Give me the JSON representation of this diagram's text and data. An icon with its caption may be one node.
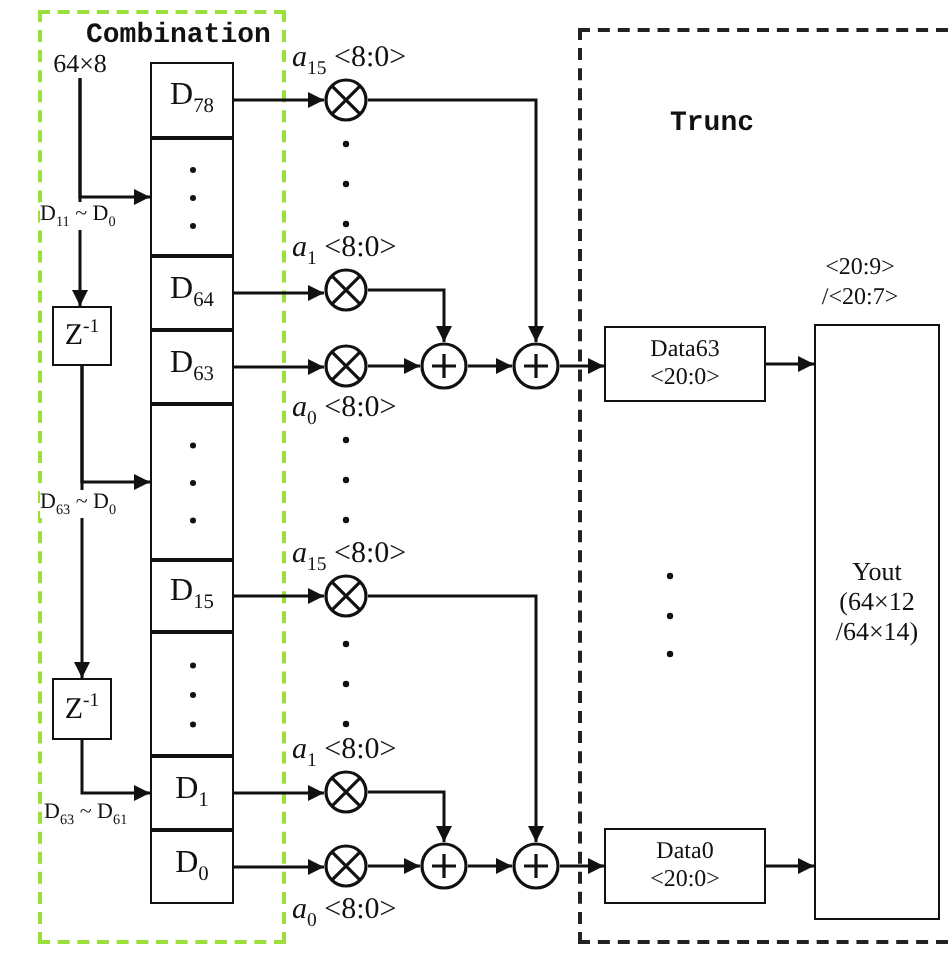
{
  "diagram": {
    "nodes": [
      {
        "text": [
          "Combination"
        ]
      },
      {
        "text": [
          "Trunc"
        ]
      },
      {
        "text": [
          "64×8"
        ],
        "in": 0
      },
      {
        "text": [
          "Z$^{-1}$"
        ],
        "in": 0
      },
      {
        "text": [
          "Z$^{-1}$"
        ],
        "in": 0
      },
      {
        "text": [
          "D$_{78}$"
        ],
        "in": 0
      },
      {
        "text": [],
        "shape": "box",
        "in": 0
      },
      {
        "text": [
          "D$_{64}$"
        ],
        "in": 0
      },
      {
        "text": [
          "D$_{63}$"
        ],
        "in": 0
      },
      {
        "text": [],
        "shape": "box",
        "in": 0
      },
      {
        "text": [
          "D$_{15}$"
        ],
        "in": 0
      },
      {
        "text": [],
        "shape": "box",
        "in": 0
      },
      {
        "text": [
          "D$_{1}$"
        ],
        "in": 0
      },
      {
        "text": [
          "D$_{0}$"
        ],
        "in": 0
      },
      {
        "text": [],
        "shape": "circle",
        "beside": [
          "*a*$_{15}$ <8:0>"
        ]
      },
      {
        "text": [],
        "shape": "circle",
        "beside": [
          "*a*$_{1}$ <8:0>"
        ]
      },
      {
        "text": [],
        "shape": "circle",
        "beside": [
          "*a*$_{0}$ <8:0>"
        ]
      },
      {
        "text": [],
        "shape": "circle"
      },
      {
        "text": [],
        "shape": "circle"
      },
      {
        "text": [],
        "shape": "circle",
        "beside": [
          "*a*$_{15}$ <8:0>"
        ]
      },
      {
        "text": [],
        "shape": "circle",
        "beside": [
          "*a*$_{1}$ <8:0>"
        ]
      },
      {
        "text": [],
        "shape": "circle",
        "beside": [
          "*a*$_{0}$ <8:0>"
        ]
      },
      {
        "text": [],
        "shape": "circle"
      },
      {
        "text": [],
        "shape": "circle"
      },
      {
        "text": [
          "Data63 <20:0>"
        ],
        "in": 1
      },
      {
        "text": [
          "Data0 <20:0>"
        ],
        "in": 1
      },
      {
        "text": [
          "Yout (64×12 /64×14)"
        ],
        "in": 1,
        "beside": [
          "<20:9> /<20:7>"
        ]
      }
    ],
    "edges": [
      {
        "from": 2,
        "to": 3,
        "arrow": "to"
      },
      {
        "from": 2,
        "to": 6,
        "arrow": "to",
        "label": "D$_{11}$ ~ D$_{0}$"
      },
      {
        "from": 3,
        "to": 4,
        "arrow": "to"
      },
      {
        "from": 3,
        "to": 9,
        "arrow": "to",
        "label": "D$_{63}$ ~ D$_{0}$"
      },
      {
        "from": 4,
        "to": 12,
        "arrow": "to",
        "label": "D$_{63}$ ~ D$_{61}$"
      },
      {
        "from": 5,
        "to": 14,
        "arrow": "to"
      },
      {
        "from": 7,
        "to": 15,
        "arrow": "to"
      },
      {
        "from": 8,
        "to": 16,
        "arrow": "to"
      },
      {
        "from": 10,
        "to": 19,
        "arrow": "to"
      },
      {
        "from": 12,
        "to": 20,
        "arrow": "to"
      },
      {
        "from": 13,
        "to": 21,
        "arrow": "to"
      },
      {
        "from": 14,
        "to": 18,
        "arrow": "to"
      },
      {
        "from": 15,
        "to": 17,
        "arrow": "to"
      },
      {
        "from": 16,
        "to": 17,
        "arrow": "to"
      },
      {
        "from": 17,
        "to": 18,
        "arrow": "to"
      },
      {
        "from": 18,
        "to": 24,
        "arrow": "to"
      },
      {
        "from": 19,
        "to": 23,
        "arrow": "to"
      },
      {
        "from": 20,
        "to": 22,
        "arrow": "to"
      },
      {
        "from": 21,
        "to": 22,
        "arrow": "to"
      },
      {
        "from": 22,
        "to": 23,
        "arrow": "to"
      },
      {
        "from": 23,
        "to": 25,
        "arrow": "to"
      },
      {
        "from": 24,
        "to": 26,
        "arrow": "to"
      },
      {
        "from": 25,
        "to": 26,
        "arrow": "to"
      }
    ]
  }
}
